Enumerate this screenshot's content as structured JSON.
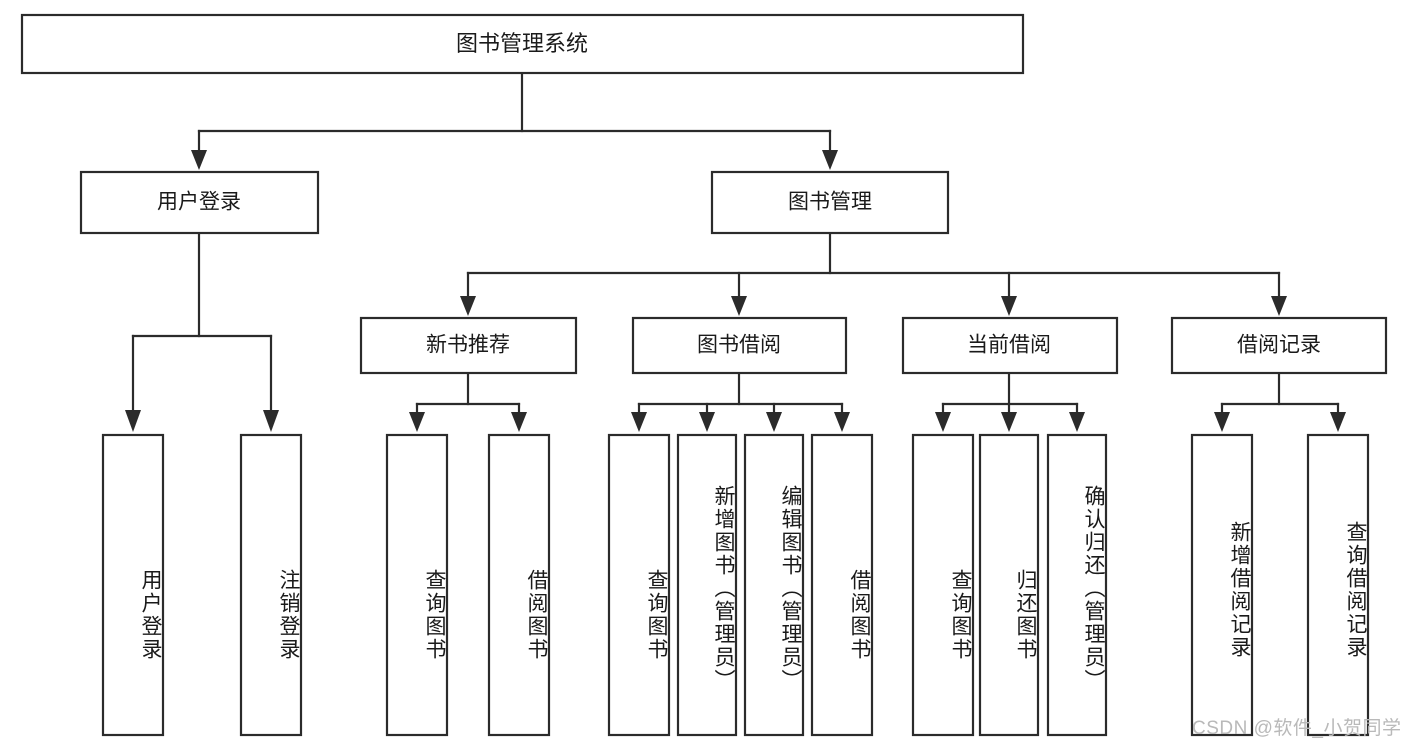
{
  "diagram": {
    "type": "hierarchy-tree",
    "title_node": {
      "label": "图书管理系统"
    },
    "level2": [
      {
        "id": "user-login",
        "label": "用户登录"
      },
      {
        "id": "book-management",
        "label": "图书管理"
      }
    ],
    "level3": [
      {
        "id": "new-book-recommend",
        "label": "新书推荐",
        "parent": "book-management"
      },
      {
        "id": "book-borrow",
        "label": "图书借阅",
        "parent": "book-management"
      },
      {
        "id": "current-borrow",
        "label": "当前借阅",
        "parent": "book-management"
      },
      {
        "id": "borrow-record",
        "label": "借阅记录",
        "parent": "book-management"
      }
    ],
    "leaves": [
      {
        "id": "leaf-user-login",
        "label": "用户登录",
        "parent": "user-login"
      },
      {
        "id": "leaf-logout-login",
        "label": "注销登录",
        "parent": "user-login"
      },
      {
        "id": "leaf-query-book-1",
        "label": "查询图书",
        "parent": "new-book-recommend"
      },
      {
        "id": "leaf-borrow-book-1",
        "label": "借阅图书",
        "parent": "new-book-recommend"
      },
      {
        "id": "leaf-query-book-2",
        "label": "查询图书",
        "parent": "book-borrow"
      },
      {
        "id": "leaf-add-book",
        "label": "新增图书（管理员）",
        "parent": "book-borrow"
      },
      {
        "id": "leaf-edit-book",
        "label": "编辑图书（管理员）",
        "parent": "book-borrow"
      },
      {
        "id": "leaf-borrow-book-2",
        "label": "借阅图书",
        "parent": "book-borrow"
      },
      {
        "id": "leaf-query-book-3",
        "label": "查询图书",
        "parent": "current-borrow"
      },
      {
        "id": "leaf-return-book",
        "label": "归还图书",
        "parent": "current-borrow"
      },
      {
        "id": "leaf-confirm-return",
        "label": "确认归还（管理员）",
        "parent": "current-borrow"
      },
      {
        "id": "leaf-add-record",
        "label": "新增借阅记录",
        "parent": "borrow-record"
      },
      {
        "id": "leaf-query-record",
        "label": "查询借阅记录",
        "parent": "borrow-record"
      }
    ]
  },
  "watermark": {
    "text": "CSDN @软件_小贺同学"
  },
  "colors": {
    "background": "#ffffff",
    "stroke": "#2b2b2b",
    "box_fill": "#ffffff",
    "text": "#1a1a1a",
    "watermark": "#b9b9b9"
  }
}
